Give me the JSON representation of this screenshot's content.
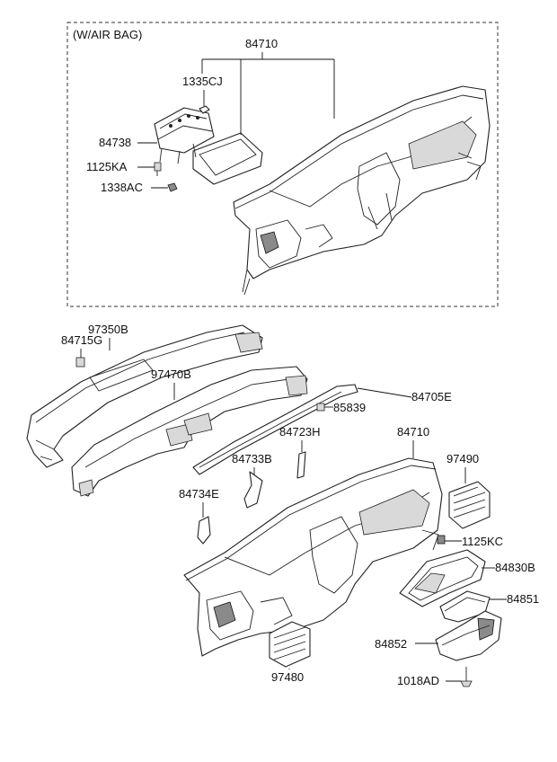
{
  "section": {
    "variant_note": "(W/AIR BAG)"
  },
  "labels": {
    "p84710_top": "84710",
    "p1335CJ": "1335CJ",
    "p84738": "84738",
    "p1125KA": "1125KA",
    "p1338AC": "1338AC",
    "p97350B": "97350B",
    "p84715G": "84715G",
    "p97470B": "97470B",
    "p85839": "85839",
    "p84705E": "84705E",
    "p84723H": "84723H",
    "p84710_bottom": "84710",
    "p84733B": "84733B",
    "p97490": "97490",
    "p84734E": "84734E",
    "p1125KC": "1125KC",
    "p84830B": "84830B",
    "p84851": "84851",
    "p84852": "84852",
    "p97480": "97480",
    "p1018AD": "1018AD"
  }
}
